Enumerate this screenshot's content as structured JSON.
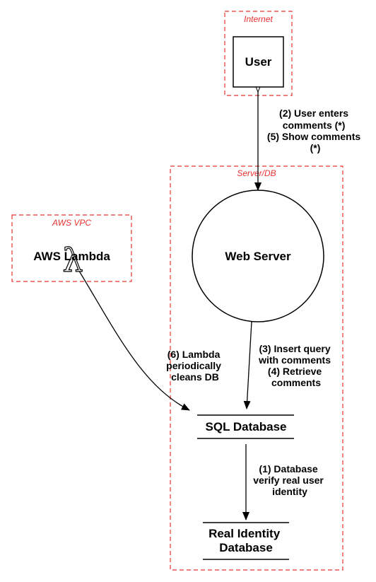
{
  "boundaries": {
    "internet": "Internet",
    "server_db": "Server/DB",
    "aws_vpc": "AWS VPC"
  },
  "nodes": {
    "user": "User",
    "web_server": "Web Server",
    "aws_lambda": "AWS Lambda",
    "sql_database": "SQL Database",
    "real_identity_database": [
      "Real Identity",
      "Database"
    ]
  },
  "flows": {
    "user_web": [
      "(2) User enters",
      "comments (*)",
      "(5) Show comments",
      "(*)"
    ],
    "web_sql": [
      "(3) Insert query",
      "with comments",
      "(4) Retrieve",
      "comments"
    ],
    "lambda_sql": [
      "(6) Lambda",
      "periodically",
      "cleans DB"
    ],
    "sql_identity": [
      "(1) Database",
      "verify real user",
      "identity"
    ]
  },
  "colors": {
    "boundary": "#e8322f",
    "stroke": "#000000",
    "background": "#ffffff"
  },
  "icons": {
    "lambda": "aws-lambda-icon"
  }
}
